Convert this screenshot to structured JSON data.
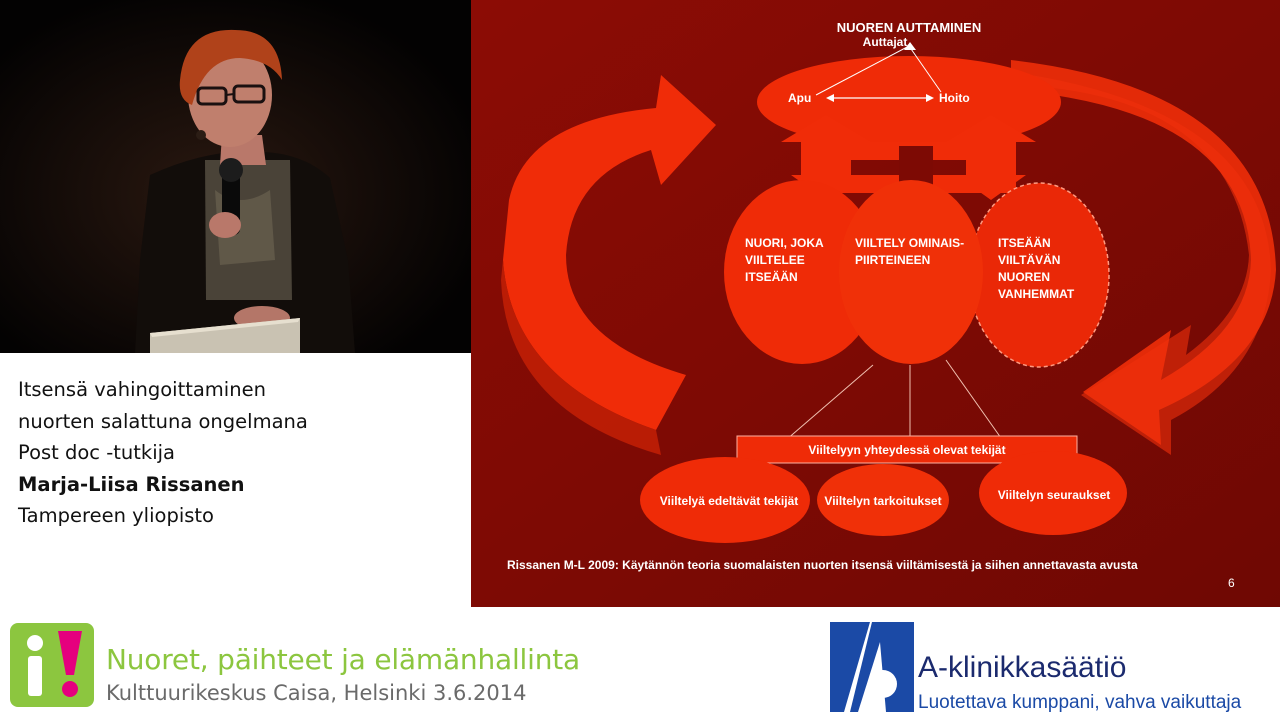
{
  "caption": {
    "line1": "Itsensä vahingoittaminen",
    "line2": "nuorten salattuna ongelmana",
    "line3": "Post doc -tutkija",
    "name": "Marja-Liisa Rissanen",
    "line5": "Tampereen yliopisto"
  },
  "slide": {
    "title_line1": "NUOREN AUTTAMINEN",
    "title_line2": "Auttajat",
    "apu": "Apu",
    "hoito": "Hoito",
    "left_lines": [
      "NUORI, JOKA",
      "VIILTELEE",
      "ITSEÄÄN"
    ],
    "center_lines": [
      "VIILTELY OMINAIS-",
      "PIIRTEINEEN"
    ],
    "right_lines": [
      "ITSEÄÄN",
      "VIILTÄVÄN",
      "NUOREN",
      "VANHEMMAT"
    ],
    "factors_box": "Viiltelyyn yhteydessä olevat tekijät",
    "factor1": "Viiltelyä edeltävät tekijät",
    "factor2": "Viiltelyn tarkoitukset",
    "factor3": "Viiltelyn seuraukset",
    "reference": "Rissanen M-L 2009: Käytännön teoria suomalaisten nuorten itsensä viiltämisestä ja siihen annettavasta avusta",
    "page_number": "6"
  },
  "footer": {
    "event_logo_text": "i!",
    "event_title": "Nuoret, päihteet ja elämänhallinta",
    "event_place": "Kulttuurikeskus Caisa, Helsinki 3.6.2014",
    "org_name": "A-klinikkasäätiö",
    "org_tagline": "Luotettava kumppani, vahva vaikuttaja"
  },
  "colors": {
    "slide_bg": "#7d0a04",
    "shape_red": "#ee2a08",
    "event_green": "#8cc63f",
    "event_pink": "#e5007e",
    "org_blue": "#1b4aa6"
  }
}
